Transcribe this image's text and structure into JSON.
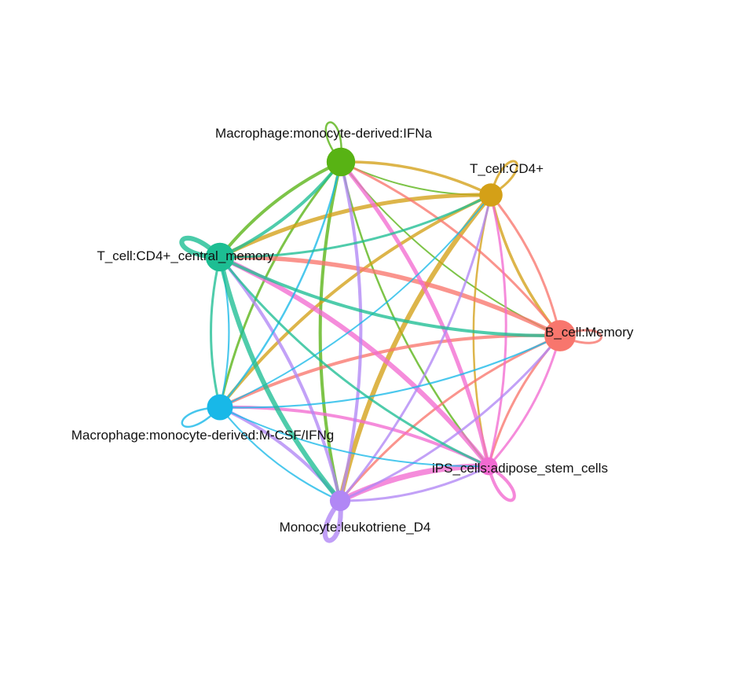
{
  "diagram": {
    "type": "cell-cell-communication-circle-plot",
    "nodes": [
      {
        "id": "mac_ifna",
        "label": "Macrophage:monocyte-derived:IFNa",
        "color": "#58B314",
        "size": 3,
        "self_loop": 1.5
      },
      {
        "id": "t_cd4",
        "label": "T_cell:CD4+",
        "color": "#D4A017",
        "size": 2,
        "self_loop": 2
      },
      {
        "id": "b_mem",
        "label": "B_cell:Memory",
        "color": "#F8766D",
        "size": 3.5,
        "self_loop": 2
      },
      {
        "id": "ips",
        "label": "iPS_cells:adipose_stem_cells",
        "color": "#F26BD1",
        "size": 1,
        "self_loop": 3
      },
      {
        "id": "mono",
        "label": "Monocyte:leukotriene_D4",
        "color": "#B187F5",
        "size": 1.5,
        "self_loop": 5
      },
      {
        "id": "mac_mcsf",
        "label": "Macrophage:monocyte-derived:M-CSF/IFNg",
        "color": "#18B8E8",
        "size": 2.5,
        "self_loop": 1.5
      },
      {
        "id": "t_cm",
        "label": "T_cell:CD4+_central_memory",
        "color": "#1DBE93",
        "size": 3,
        "self_loop": 5
      }
    ],
    "edges": [
      {
        "from": "mac_ifna",
        "to": "t_cd4",
        "weight": 1
      },
      {
        "from": "mac_ifna",
        "to": "b_mem",
        "weight": 1
      },
      {
        "from": "mac_ifna",
        "to": "ips",
        "weight": 1.5
      },
      {
        "from": "mac_ifna",
        "to": "mono",
        "weight": 3
      },
      {
        "from": "mac_ifna",
        "to": "mac_mcsf",
        "weight": 2
      },
      {
        "from": "mac_ifna",
        "to": "t_cm",
        "weight": 3
      },
      {
        "from": "t_cd4",
        "to": "mac_ifna",
        "weight": 2.5
      },
      {
        "from": "t_cd4",
        "to": "b_mem",
        "weight": 2.5
      },
      {
        "from": "t_cd4",
        "to": "ips",
        "weight": 1.5
      },
      {
        "from": "t_cd4",
        "to": "mono",
        "weight": 5
      },
      {
        "from": "t_cd4",
        "to": "mac_mcsf",
        "weight": 3
      },
      {
        "from": "t_cd4",
        "to": "t_cm",
        "weight": 4
      },
      {
        "from": "b_mem",
        "to": "mac_ifna",
        "weight": 2
      },
      {
        "from": "b_mem",
        "to": "t_cd4",
        "weight": 2
      },
      {
        "from": "b_mem",
        "to": "ips",
        "weight": 2
      },
      {
        "from": "b_mem",
        "to": "mono",
        "weight": 2
      },
      {
        "from": "b_mem",
        "to": "mac_mcsf",
        "weight": 3
      },
      {
        "from": "b_mem",
        "to": "t_cm",
        "weight": 4.5
      },
      {
        "from": "ips",
        "to": "mac_ifna",
        "weight": 4
      },
      {
        "from": "ips",
        "to": "t_cd4",
        "weight": 2
      },
      {
        "from": "ips",
        "to": "b_mem",
        "weight": 2
      },
      {
        "from": "ips",
        "to": "mono",
        "weight": 6
      },
      {
        "from": "ips",
        "to": "mac_mcsf",
        "weight": 3
      },
      {
        "from": "ips",
        "to": "t_cm",
        "weight": 5
      },
      {
        "from": "mono",
        "to": "mac_ifna",
        "weight": 3
      },
      {
        "from": "mono",
        "to": "t_cd4",
        "weight": 2
      },
      {
        "from": "mono",
        "to": "b_mem",
        "weight": 2
      },
      {
        "from": "mono",
        "to": "ips",
        "weight": 2
      },
      {
        "from": "mono",
        "to": "mac_mcsf",
        "weight": 3
      },
      {
        "from": "mono",
        "to": "t_cm",
        "weight": 3
      },
      {
        "from": "mac_mcsf",
        "to": "mac_ifna",
        "weight": 1.5
      },
      {
        "from": "mac_mcsf",
        "to": "t_cd4",
        "weight": 1
      },
      {
        "from": "mac_mcsf",
        "to": "b_mem",
        "weight": 1.2
      },
      {
        "from": "mac_mcsf",
        "to": "ips",
        "weight": 1
      },
      {
        "from": "mac_mcsf",
        "to": "mono",
        "weight": 1.2
      },
      {
        "from": "mac_mcsf",
        "to": "t_cm",
        "weight": 1.2
      },
      {
        "from": "t_cm",
        "to": "mac_ifna",
        "weight": 3
      },
      {
        "from": "t_cm",
        "to": "t_cd4",
        "weight": 2
      },
      {
        "from": "t_cm",
        "to": "b_mem",
        "weight": 3
      },
      {
        "from": "t_cm",
        "to": "ips",
        "weight": 2
      },
      {
        "from": "t_cm",
        "to": "mono",
        "weight": 5
      },
      {
        "from": "t_cm",
        "to": "mac_mcsf",
        "weight": 2
      }
    ]
  }
}
